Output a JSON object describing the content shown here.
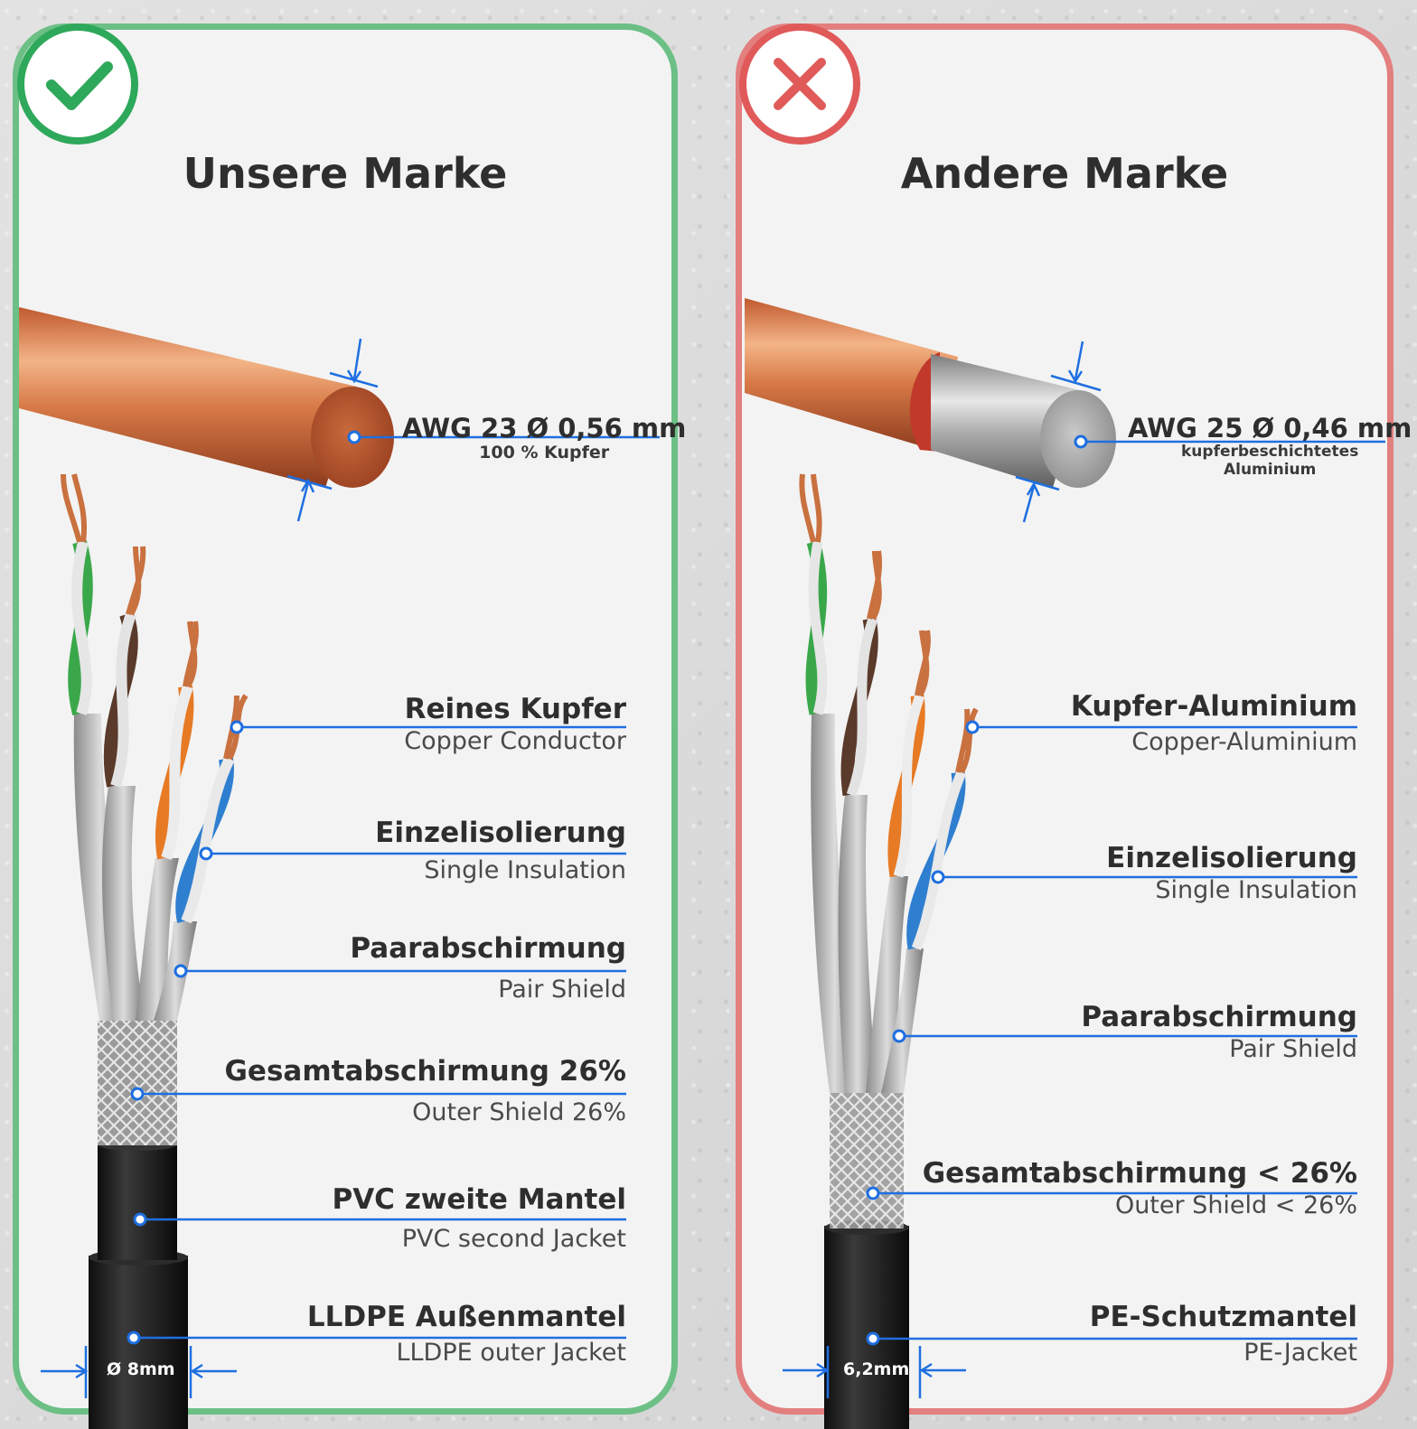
{
  "panels": {
    "good": {
      "title": "Unsere Marke",
      "badge_icon": "checkmark-icon",
      "accent": "#2ea85a",
      "conductor": {
        "main": "AWG 23 Ø 0,56 mm",
        "sub": "100 % Kupfer"
      },
      "diameter": "Ø 8mm",
      "layers": [
        {
          "de": "Reines Kupfer",
          "en": "Copper Conductor"
        },
        {
          "de": "Einzelisolierung",
          "en": "Single Insulation"
        },
        {
          "de": "Paarabschirmung",
          "en": "Pair Shield"
        },
        {
          "de": "Gesamtabschirmung 26%",
          "en": "Outer Shield 26%"
        },
        {
          "de": "PVC zweite Mantel",
          "en": "PVC second Jacket"
        },
        {
          "de": "LLDPE Außenmantel",
          "en": "LLDPE outer Jacket"
        }
      ]
    },
    "bad": {
      "title": "Andere Marke",
      "badge_icon": "cross-icon",
      "accent": "#e05a5a",
      "conductor": {
        "main": "AWG 25 Ø 0,46 mm",
        "sub_line1": "kupferbeschichtetes",
        "sub_line2": "Aluminium"
      },
      "diameter": "6,2mm",
      "layers": [
        {
          "de": "Kupfer-Aluminium",
          "en": "Copper-Aluminium"
        },
        {
          "de": "Einzelisolierung",
          "en": "Single Insulation"
        },
        {
          "de": "Paarabschirmung",
          "en": "Pair Shield"
        },
        {
          "de": "Gesamtabschirmung < 26%",
          "en": "Outer Shield < 26%"
        },
        {
          "de": "PE-Schutzmantel",
          "en": "PE-Jacket"
        }
      ]
    }
  }
}
